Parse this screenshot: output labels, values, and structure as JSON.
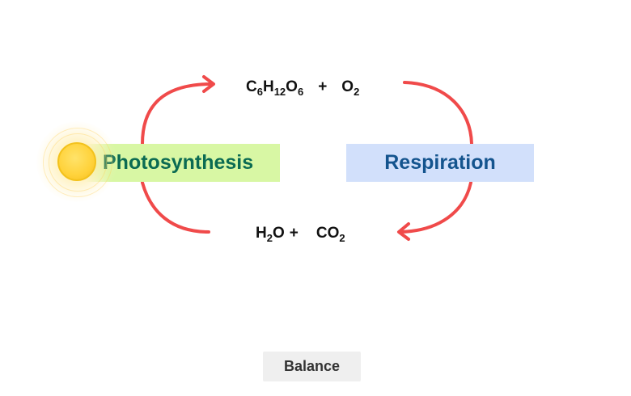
{
  "top_formula": {
    "glucose": {
      "parts": [
        "C",
        "6",
        "H",
        "12",
        "O",
        "6"
      ]
    },
    "plus": "+",
    "oxygen": {
      "parts": [
        "O",
        "2"
      ]
    }
  },
  "bottom_formula": {
    "water": {
      "parts": [
        "H",
        "2",
        "O"
      ]
    },
    "plus": "+",
    "carbon_dioxide": {
      "parts": [
        "CO",
        "2"
      ]
    }
  },
  "labels": {
    "photosynthesis": "Photosynthesis",
    "respiration": "Respiration"
  },
  "balance_button": {
    "label": "Balance"
  },
  "icons": {
    "sun": "sun-icon"
  },
  "colors": {
    "arrow": "#f04a4a",
    "photosynthesis_bg": "#d8f7a4",
    "photosynthesis_text": "#0b6b52",
    "respiration_bg": "#d2e0fb",
    "respiration_text": "#14548e",
    "sun": "#ffd23a"
  }
}
